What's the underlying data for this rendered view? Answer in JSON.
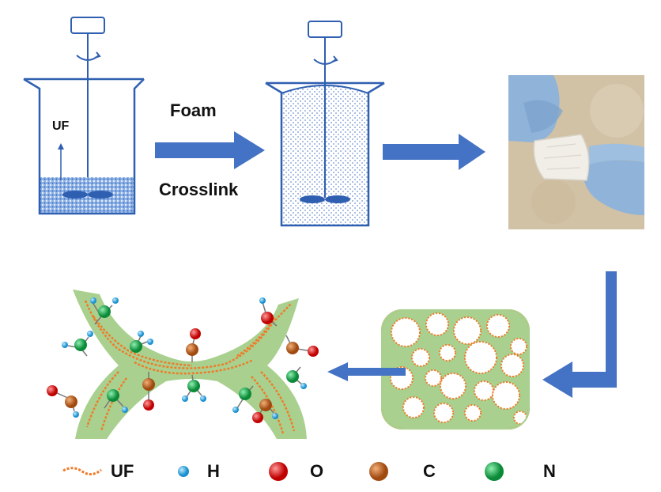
{
  "labels": {
    "uf_beaker": "UF",
    "foam": "Foam",
    "crosslink": "Crosslink"
  },
  "legend": [
    {
      "symbol": "uf-chain",
      "label": "UF"
    },
    {
      "symbol": "atom",
      "label": "H",
      "color": "#29a8e0"
    },
    {
      "symbol": "atom",
      "label": "O",
      "color": "#e01010"
    },
    {
      "symbol": "atom",
      "label": "C",
      "color": "#c8641e"
    },
    {
      "symbol": "atom",
      "label": "N",
      "color": "#17a84a"
    }
  ],
  "colors": {
    "arrow": "#4472c4",
    "beaker_outline": "#2f5fb0",
    "foam_green": "#a9d08e",
    "uf_orange": "#f07a28"
  }
}
